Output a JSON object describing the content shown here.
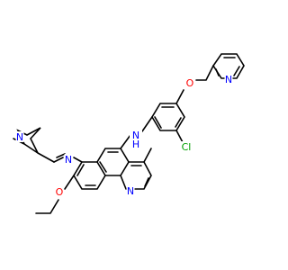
{
  "structure": {
    "atoms": [
      {
        "id": "N_pyr",
        "label": "N",
        "color": "#0000ff"
      },
      {
        "id": "O_ether",
        "label": "O",
        "color": "#ff0000"
      },
      {
        "id": "Cl",
        "label": "Cl",
        "color": "#00a000"
      },
      {
        "id": "NH",
        "label": "N",
        "sub": "H",
        "color": "#0000ff"
      },
      {
        "id": "N_pyrrolidine",
        "label": "N",
        "color": "#0000ff"
      },
      {
        "id": "N_imine",
        "label": "N",
        "color": "#0000ff"
      },
      {
        "id": "O_ethoxy",
        "label": "O",
        "color": "#ff0000"
      },
      {
        "id": "N_quin",
        "label": "N",
        "color": "#0000ff"
      }
    ]
  }
}
